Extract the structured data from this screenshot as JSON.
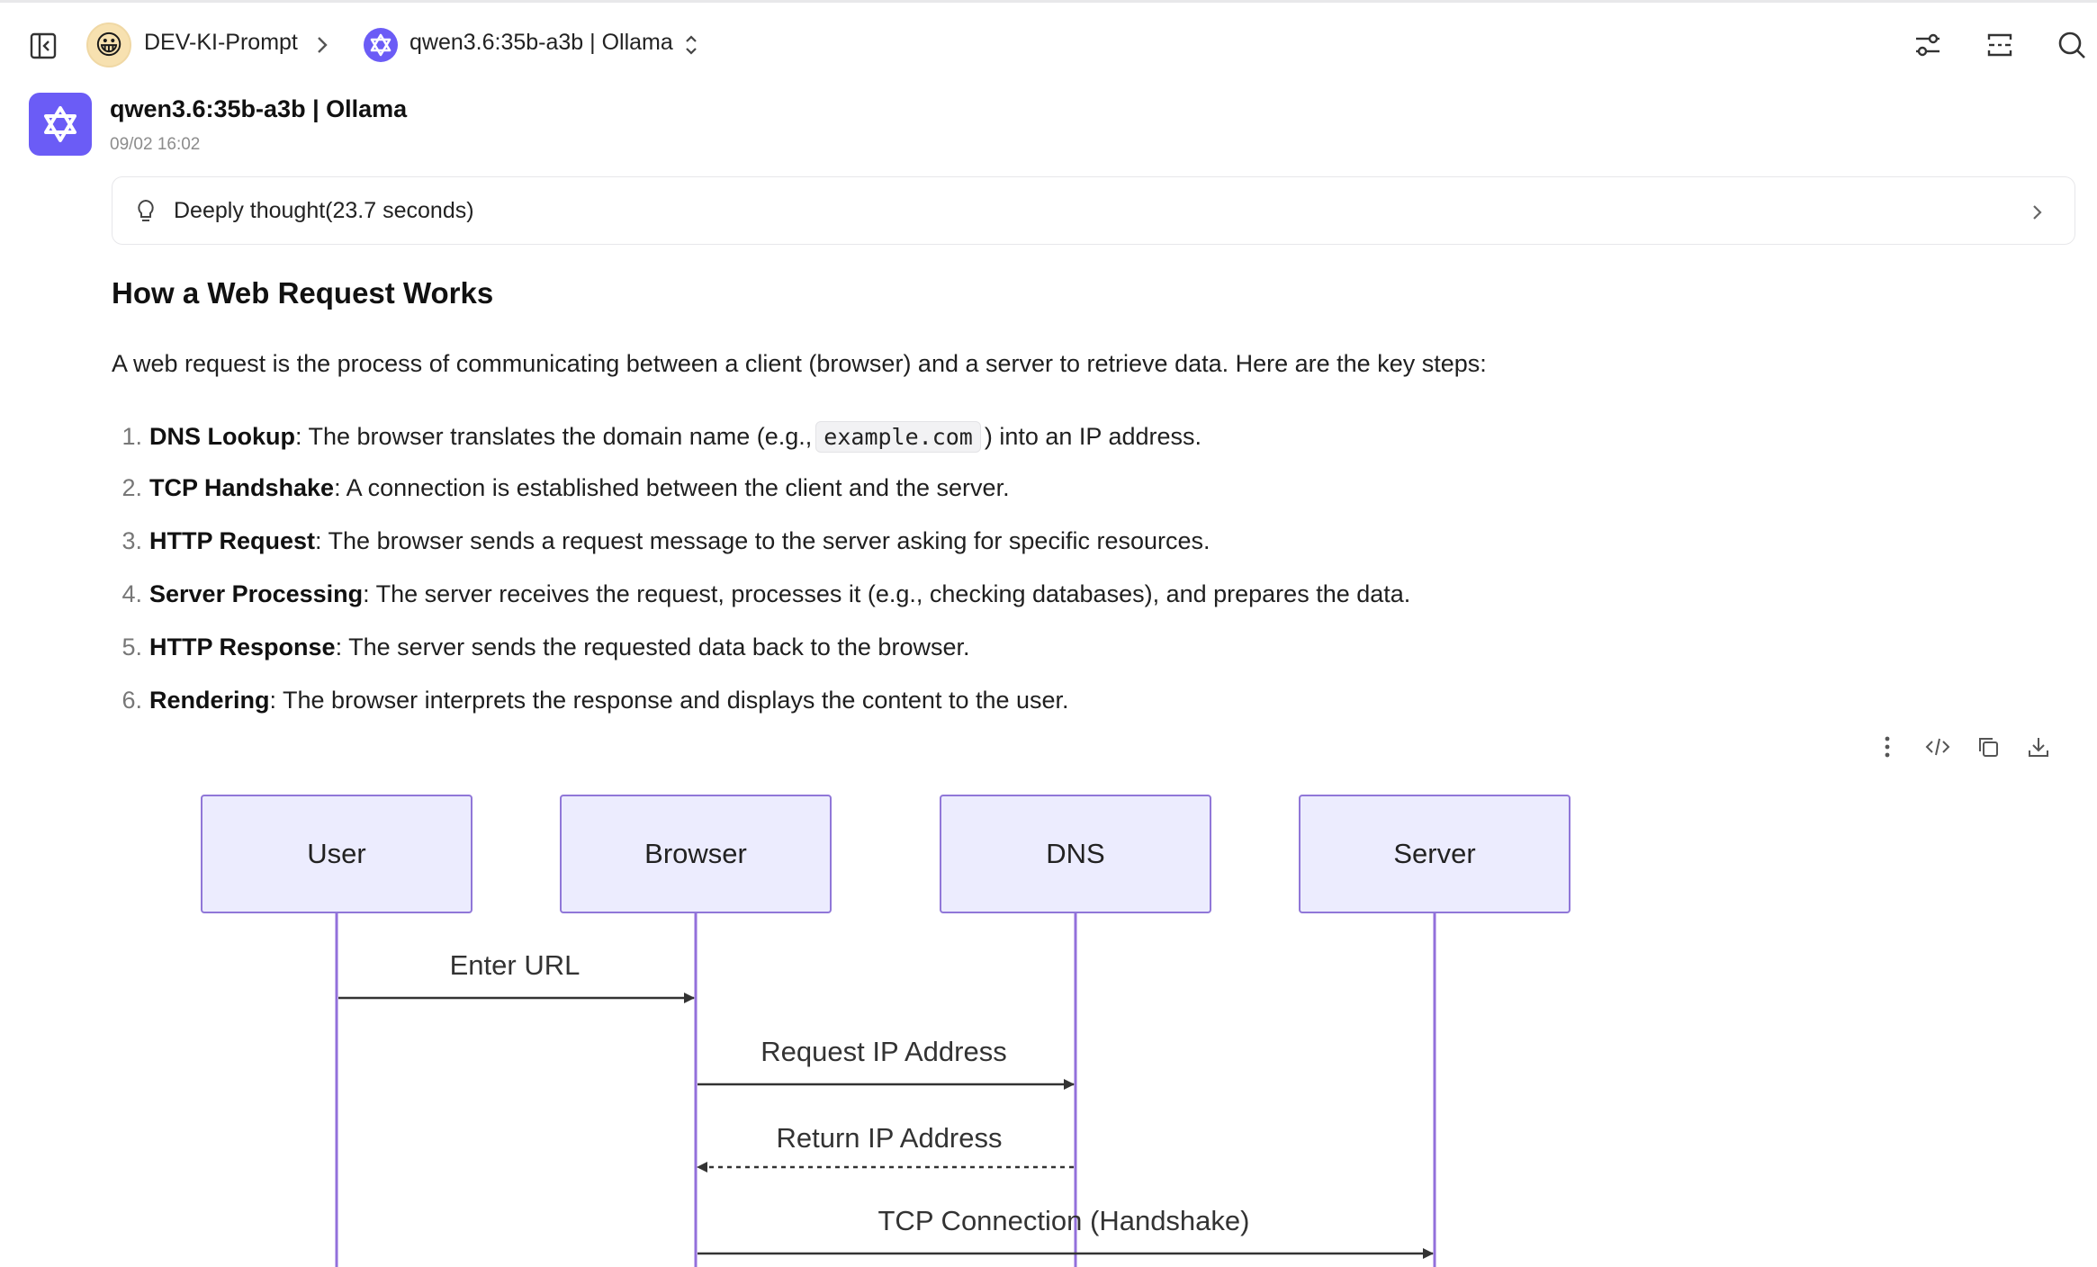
{
  "topbar": {
    "agent_name": "DEV-KI-Prompt",
    "agent_avatar": "😀",
    "model_label": "qwen3.6:35b-a3b | Ollama",
    "icons": [
      "sidebar-toggle-icon",
      "chevron-right-icon",
      "model-logo-icon",
      "chevron-updown-icon",
      "tune-icon",
      "layout-icon",
      "search-icon"
    ]
  },
  "message": {
    "title": "qwen3.6:35b-a3b | Ollama",
    "time": "09/02 16:02",
    "thinking_label": "Deeply thought(23.7 seconds)"
  },
  "answer": {
    "heading": "How a Web Request Works",
    "intro": "A web request is the process of communicating between a client (browser) and a server to retrieve data. Here are the key steps:",
    "steps": [
      {
        "num": "1.",
        "title": "DNS Lookup",
        "text_before": ": The browser translates the domain name (e.g., ",
        "code": "example.com",
        "text_after": ") into an IP address."
      },
      {
        "num": "2.",
        "title": "TCP Handshake",
        "text": ": A connection is established between the client and the server."
      },
      {
        "num": "3.",
        "title": "HTTP Request",
        "text": ": The browser sends a request message to the server asking for specific resources."
      },
      {
        "num": "4.",
        "title": "Server Processing",
        "text": ": The server receives the request, processes it (e.g., checking databases), and prepares the data."
      },
      {
        "num": "5.",
        "title": "HTTP Response",
        "text": ": The server sends the requested data back to the browser."
      },
      {
        "num": "6.",
        "title": "Rendering",
        "text": ": The browser interprets the response and displays the content to the user."
      }
    ]
  },
  "diagram": {
    "participants": [
      "User",
      "Browser",
      "DNS",
      "Server"
    ],
    "messages": [
      {
        "from": "User",
        "to": "Browser",
        "label": "Enter URL",
        "style": "solid"
      },
      {
        "from": "Browser",
        "to": "DNS",
        "label": "Request IP Address",
        "style": "solid"
      },
      {
        "from": "DNS",
        "to": "Browser",
        "label": "Return IP Address",
        "style": "dashed"
      },
      {
        "from": "Browser",
        "to": "Server",
        "label": "TCP Connection (Handshake)",
        "style": "solid"
      }
    ],
    "colors": {
      "box_fill": "#ececfe",
      "box_stroke": "#9077d8",
      "lifeline": "#9370db",
      "arrow": "#333333"
    }
  },
  "colors": {
    "accent": "#6b5cf6",
    "muted_text": "#8c8c8c",
    "border": "#e7e7ea"
  }
}
